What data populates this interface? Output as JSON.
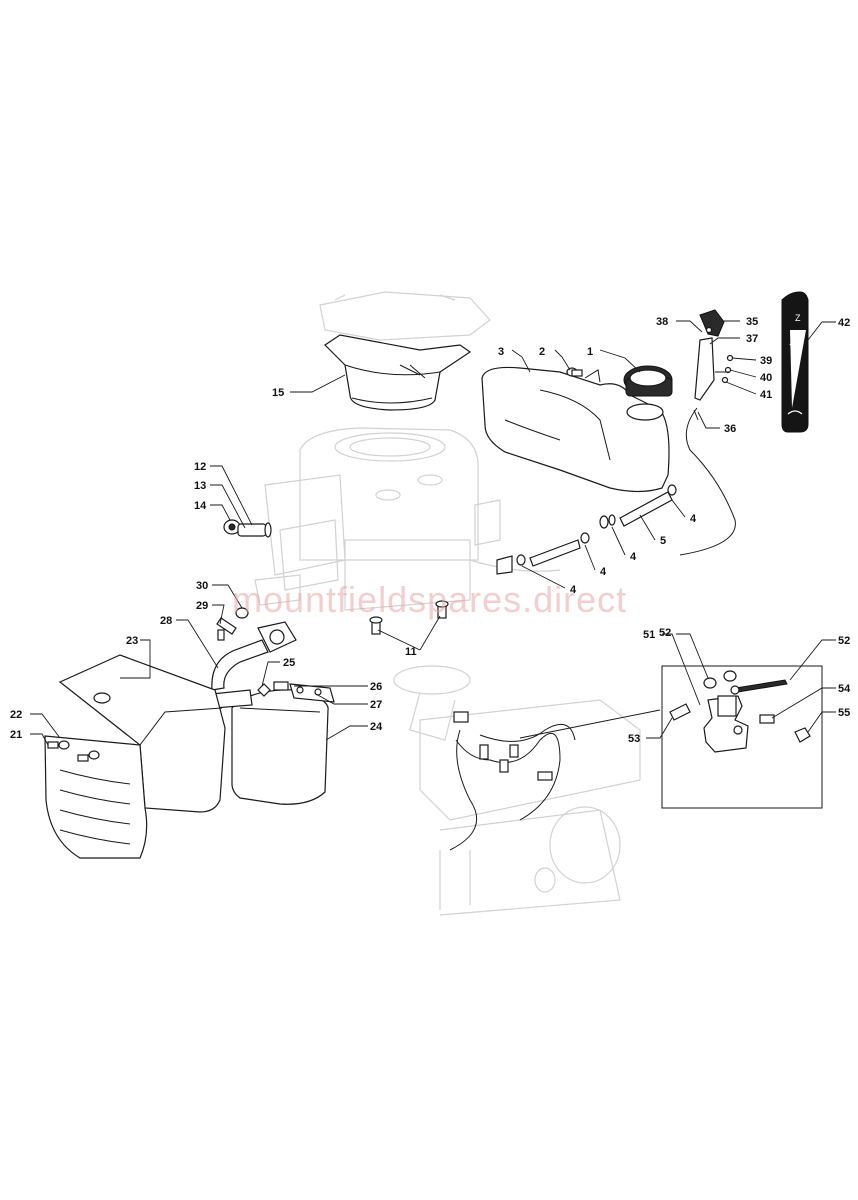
{
  "watermark": "mountfieldspares.direct",
  "callouts": {
    "c1": "1",
    "c2": "2",
    "c3": "3",
    "c4a": "4",
    "c4b": "4",
    "c4c": "4",
    "c4d": "4",
    "c5": "5",
    "c11": "11",
    "c12": "12",
    "c13": "13",
    "c14": "14",
    "c15": "15",
    "c21": "21",
    "c22": "22",
    "c23": "23",
    "c24": "24",
    "c25": "25",
    "c26": "26",
    "c27": "27",
    "c28": "28",
    "c29": "29",
    "c30": "30",
    "c35": "35",
    "c36": "36",
    "c37": "37",
    "c38": "38",
    "c39": "39",
    "c40": "40",
    "c41": "41",
    "c42": "42",
    "c51": "51",
    "c52a": "52",
    "c52b": "52",
    "c53": "53",
    "c54": "54",
    "c55": "55"
  },
  "colors": {
    "ink": "#1a1a1a",
    "ghost": "#d2d2d2",
    "watermark": "#e8a6a6"
  },
  "icons": [
    "throttle-lever-icon",
    "throttle-decal-icon",
    "rabbit-icon",
    "tortoise-icon",
    "choke-icon"
  ]
}
